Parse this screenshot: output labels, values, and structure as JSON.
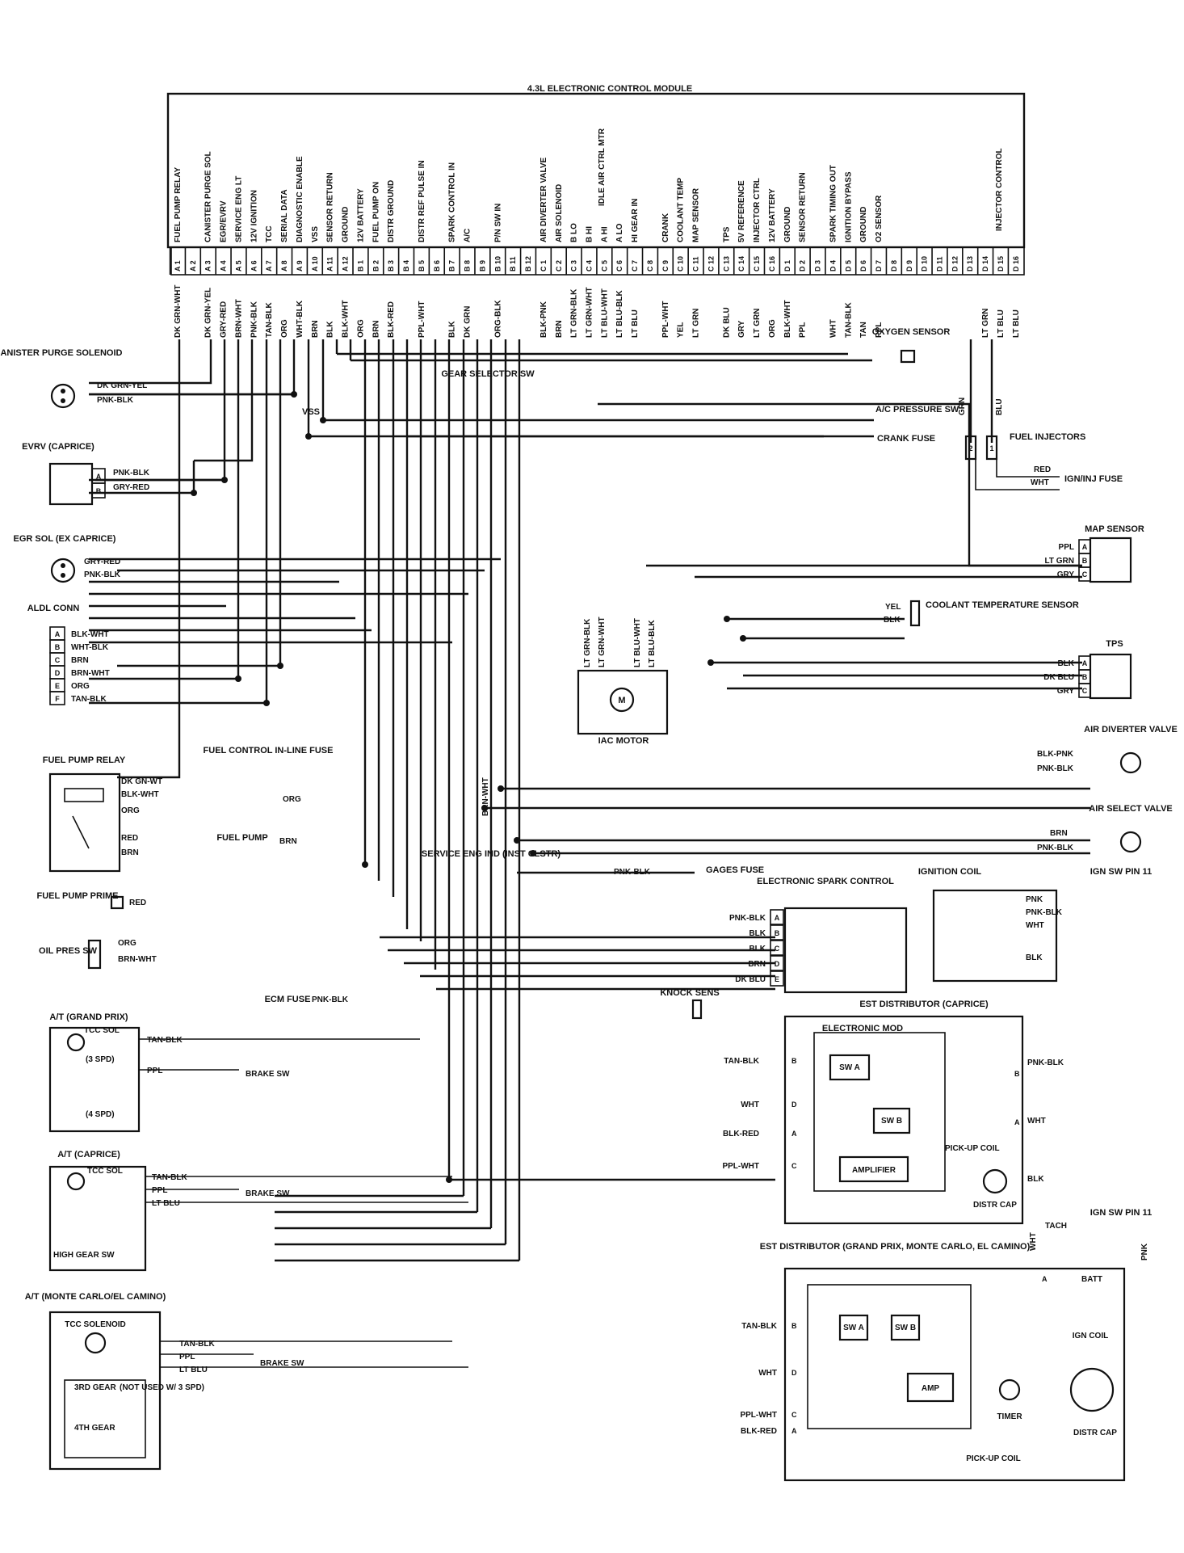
{
  "title": "4.3L ELECTRONIC CONTROL MODULE",
  "ecm_pins": [
    {
      "pin": "A 1",
      "fn": "FUEL PUMP RELAY"
    },
    {
      "pin": "A 2",
      "fn": ""
    },
    {
      "pin": "A 3",
      "fn": "CANISTER PURGE SOL"
    },
    {
      "pin": "A 4",
      "fn": "EGR/EVRV"
    },
    {
      "pin": "A 5",
      "fn": "SERVICE ENG LT"
    },
    {
      "pin": "A 6",
      "fn": "12V IGNITION"
    },
    {
      "pin": "A 7",
      "fn": "TCC"
    },
    {
      "pin": "A 8",
      "fn": "SERIAL DATA"
    },
    {
      "pin": "A 9",
      "fn": "DIAGNOSTIC ENABLE"
    },
    {
      "pin": "A 10",
      "fn": "VSS"
    },
    {
      "pin": "A 11",
      "fn": "SENSOR RETURN"
    },
    {
      "pin": "A 12",
      "fn": "GROUND"
    },
    {
      "pin": "B 1",
      "fn": "12V BATTERY"
    },
    {
      "pin": "B 2",
      "fn": "FUEL PUMP ON"
    },
    {
      "pin": "B 3",
      "fn": "DISTR GROUND"
    },
    {
      "pin": "B 4",
      "fn": ""
    },
    {
      "pin": "B 5",
      "fn": "DISTR REF PULSE IN"
    },
    {
      "pin": "B 6",
      "fn": ""
    },
    {
      "pin": "B 7",
      "fn": "SPARK CONTROL IN"
    },
    {
      "pin": "B 8",
      "fn": "A/C"
    },
    {
      "pin": "B 9",
      "fn": ""
    },
    {
      "pin": "B 10",
      "fn": "P/N SW IN"
    },
    {
      "pin": "B 11",
      "fn": ""
    },
    {
      "pin": "B 12",
      "fn": ""
    },
    {
      "pin": "C 1",
      "fn": "AIR DIVERTER VALVE"
    },
    {
      "pin": "C 2",
      "fn": "AIR SOLENOID"
    },
    {
      "pin": "C 3",
      "fn": "B LO"
    },
    {
      "pin": "C 4",
      "fn": "B HI"
    },
    {
      "pin": "C 5",
      "fn": "A HI"
    },
    {
      "pin": "C 6",
      "fn": "A LO"
    },
    {
      "pin": "C 7",
      "fn": "HI GEAR IN"
    },
    {
      "pin": "C 8",
      "fn": ""
    },
    {
      "pin": "C 9",
      "fn": "CRANK"
    },
    {
      "pin": "C 10",
      "fn": "COOLANT TEMP"
    },
    {
      "pin": "C 11",
      "fn": "MAP SENSOR"
    },
    {
      "pin": "C 12",
      "fn": ""
    },
    {
      "pin": "C 13",
      "fn": "TPS"
    },
    {
      "pin": "C 14",
      "fn": "5V REFERENCE"
    },
    {
      "pin": "C 15",
      "fn": "INJECTOR CTRL"
    },
    {
      "pin": "C 16",
      "fn": "12V BATTERY"
    },
    {
      "pin": "D 1",
      "fn": "GROUND"
    },
    {
      "pin": "D 2",
      "fn": "SENSOR RETURN"
    },
    {
      "pin": "D 3",
      "fn": ""
    },
    {
      "pin": "D 4",
      "fn": "SPARK TIMING OUT"
    },
    {
      "pin": "D 5",
      "fn": "IGNITION BYPASS"
    },
    {
      "pin": "D 6",
      "fn": "GROUND"
    },
    {
      "pin": "D 7",
      "fn": "O2 SENSOR"
    },
    {
      "pin": "D 8",
      "fn": ""
    },
    {
      "pin": "D 9",
      "fn": ""
    },
    {
      "pin": "D 10",
      "fn": ""
    },
    {
      "pin": "D 11",
      "fn": ""
    },
    {
      "pin": "D 12",
      "fn": ""
    },
    {
      "pin": "D 13",
      "fn": ""
    },
    {
      "pin": "D 14",
      "fn": ""
    },
    {
      "pin": "D 15",
      "fn": ""
    },
    {
      "pin": "D 16",
      "fn": ""
    }
  ],
  "pin_wires": [
    "DK GRN-WHT",
    "",
    "DK GRN-YEL",
    "GRY-RED",
    "BRN-WHT",
    "PNK-BLK",
    "TAN-BLK",
    "ORG",
    "WHT-BLK",
    "BRN",
    "BLK",
    "BLK-WHT",
    "ORG",
    "BRN",
    "BLK-RED",
    "",
    "PPL-WHT",
    "",
    "BLK",
    "DK GRN",
    "",
    "ORG-BLK",
    "",
    "",
    "BLK-PNK",
    "BRN",
    "LT GRN-BLK",
    "LT GRN-WHT",
    "LT BLU-WHT",
    "LT BLU-BLK",
    "LT BLU",
    "",
    "PPL-WHT",
    "YEL",
    "LT GRN",
    "",
    "DK BLU",
    "GRY",
    "LT GRN",
    "ORG",
    "BLK-WHT",
    "PPL",
    "",
    "WHT",
    "TAN-BLK",
    "TAN",
    "PPL",
    "",
    "",
    "",
    "",
    "",
    "",
    "LT GRN",
    "LT BLU",
    "LT BLU"
  ],
  "idle_air_label": "IDLE AIR CTRL MTR",
  "injector_control_label": "INJECTOR CONTROL",
  "components": {
    "canister": {
      "title": "CANISTER PURGE SOLENOID",
      "w1": "DK GRN-YEL",
      "w2": "PNK-BLK"
    },
    "evrv": {
      "title": "EVRV (CAPRICE)",
      "a": "A",
      "b": "B",
      "w1": "PNK-BLK",
      "w2": "GRY-RED"
    },
    "egr": {
      "title": "EGR SOL (EX CAPRICE)",
      "w1": "GRY-RED",
      "w2": "PNK-BLK"
    },
    "aldl": {
      "title": "ALDL CONN",
      "pins": [
        "A",
        "B",
        "C",
        "D",
        "E",
        "F"
      ],
      "wires": [
        "BLK-WHT",
        "WHT-BLK",
        "BRN",
        "BRN-WHT",
        "ORG",
        "TAN-BLK"
      ]
    },
    "fuel_pump_relay": {
      "title": "FUEL PUMP RELAY",
      "wires": [
        "DK GN-WT",
        "BLK-WHT",
        "ORG",
        "RED",
        "BRN"
      ]
    },
    "fuel_fuse": {
      "title": "FUEL CONTROL IN-LINE FUSE",
      "wire": "ORG"
    },
    "fuel_pump": {
      "title": "FUEL PUMP",
      "wire": "BRN"
    },
    "fuel_pump_prime": {
      "title": "FUEL PUMP PRIME",
      "wire": "RED"
    },
    "oil_pres": {
      "title": "OIL PRES SW",
      "w1": "ORG",
      "w2": "BRN-WHT"
    },
    "ecm_fuse": {
      "title": "ECM FUSE",
      "wire": "PNK-BLK"
    },
    "at_gp": {
      "title": "A/T (GRAND PRIX)",
      "sol": "TCC SOL",
      "w1": "TAN-BLK",
      "w2": "PPL",
      "spd3": "(3 SPD)",
      "spd4": "(4 SPD)",
      "brake": "BRAKE SW"
    },
    "at_caprice": {
      "title": "A/T (CAPRICE)",
      "sol": "TCC SOL",
      "w1": "TAN-BLK",
      "w2": "PPL",
      "w3": "LT BLU",
      "brake": "BRAKE SW",
      "gear": "HIGH GEAR SW"
    },
    "at_mc": {
      "title": "A/T (MONTE CARLO/EL CAMINO)",
      "sol": "TCC SOLENOID",
      "w1": "TAN-BLK",
      "w2": "PPL",
      "w3": "LT BLU",
      "brake": "BRAKE SW",
      "g3": "3RD GEAR",
      "g4": "4TH GEAR",
      "notused": "(NOT USED W/ 3 SPD)"
    },
    "gear_selector": {
      "title": "GEAR SELECTOR SW"
    },
    "vss": {
      "title": "VSS"
    },
    "oxygen": {
      "title": "OXYGEN SENSOR"
    },
    "ac_sw": {
      "title": "A/C PRESSURE SW"
    },
    "crank_fuse": {
      "title": "CRANK FUSE"
    },
    "injectors": {
      "title": "FUEL INJECTORS",
      "grn": "GRN",
      "blu": "BLU",
      "p2": "2",
      "p1": "1",
      "red": "RED",
      "wht": "WHT",
      "fuse": "IGN/INJ FUSE"
    },
    "map": {
      "title": "MAP SENSOR",
      "w": [
        "PPL",
        "LT GRN",
        "GRY"
      ],
      "pins": [
        "A",
        "B",
        "C"
      ]
    },
    "coolant": {
      "title": "COOLANT TEMPERATURE SENSOR",
      "w1": "YEL",
      "w2": "BLK"
    },
    "tps": {
      "title": "TPS",
      "w": [
        "BLK",
        "DK BLU",
        "GRY"
      ],
      "pins": [
        "A",
        "B",
        "C"
      ]
    },
    "iac": {
      "title": "IAC MOTOR",
      "m": "M",
      "w": [
        "LT GRN-BLK",
        "LT GRN-WHT",
        "LT BLU-WHT",
        "LT BLU-BLK"
      ]
    },
    "air_div": {
      "title": "AIR DIVERTER VALVE",
      "w1": "BLK-PNK",
      "w2": "PNK-BLK"
    },
    "air_sel": {
      "title": "AIR SELECT VALVE",
      "w1": "BRN",
      "w2": "PNK-BLK"
    },
    "service": {
      "title": "SERVICE ENG IND (INST CLSTR)",
      "wire": "BRN-WHT"
    },
    "gages": {
      "title": "GAGES FUSE",
      "wire": "PNK-BLK"
    },
    "esc": {
      "title": "ELECTRONIC SPARK CONTROL",
      "pins": [
        "A",
        "B",
        "C",
        "D",
        "E"
      ],
      "wires": [
        "PNK-BLK",
        "BLK",
        "BLK",
        "BRN",
        "DK BLU"
      ]
    },
    "knock": {
      "title": "KNOCK SENS"
    },
    "ign_coil": {
      "title": "IGNITION COIL",
      "w": [
        "PNK",
        "PNK-BLK",
        "WHT",
        "BLK"
      ],
      "sw": "IGN SW PIN 11"
    },
    "est_caprice": {
      "title": "EST DISTRIBUTOR (CAPRICE)",
      "mod": "ELECTRONIC MOD",
      "swa": "SW A",
      "swb": "SW B",
      "amp": "AMPLIFIER",
      "pick": "PICK-UP COIL",
      "cap": "DISTR CAP",
      "w": [
        "TAN-BLK",
        "WHT",
        "BLK-RED",
        "PPL-WHT"
      ],
      "pins": [
        "B",
        "D",
        "A",
        "C"
      ],
      "rw": [
        "PNK-BLK",
        "WHT",
        "BLK"
      ],
      "rp": [
        "B",
        "A"
      ]
    },
    "est_gp": {
      "title": "EST DISTRIBUTOR (GRAND PRIX, MONTE CARLO, EL CAMINO)",
      "swa": "SW A",
      "swb": "SW B",
      "amp": "AMP",
      "timer": "TIMER",
      "pick": "PICK-UP COIL",
      "cap": "DISTR CAP",
      "batt": "BATT",
      "coil": "IGN COIL",
      "tach": "TACH",
      "w": [
        "TAN-BLK",
        "WHT",
        "PPL-WHT",
        "BLK-RED"
      ],
      "pins": [
        "B",
        "D",
        "C",
        "A"
      ],
      "wht": "WHT",
      "pnk": "PNK",
      "a": "A",
      "sw": "IGN SW PIN 11"
    }
  }
}
